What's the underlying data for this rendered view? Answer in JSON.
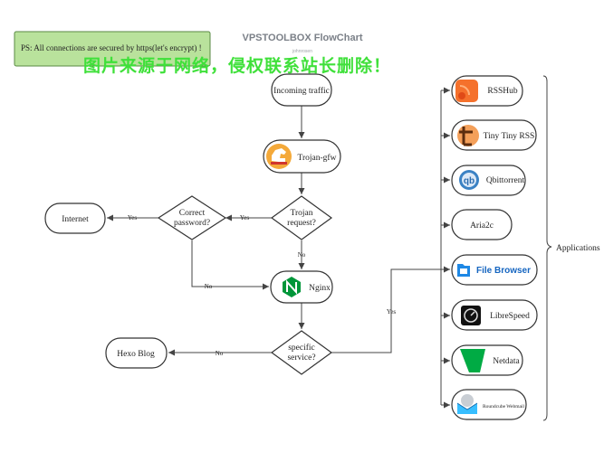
{
  "header": {
    "title": "VPSTOOLBOX FlowChart",
    "author": "johnrosen"
  },
  "note": "PS: All connections are secured by https(let's encrypt) !",
  "watermark": "图片来源于网络，侵权联系站长删除！",
  "nodes": {
    "incoming": "Incoming traffic",
    "trojan_gfw": "Trojan-gfw",
    "trojan_request": [
      "Trojan",
      "request?"
    ],
    "correct_password": [
      "Correct",
      "password?"
    ],
    "internet": "Internet",
    "nginx": "Nginx",
    "specific_service": [
      "specific",
      "service?"
    ],
    "hexo_blog": "Hexo Blog"
  },
  "edge_labels": {
    "yes": "Yes",
    "no": "No"
  },
  "applications": {
    "label": "Applications",
    "items": [
      {
        "label": "RSSHub",
        "icon": "rsshub-icon"
      },
      {
        "label": "Tiny Tiny RSS",
        "icon": "tiny-tiny-rss-icon"
      },
      {
        "label": "Qbittorrent",
        "icon": "qbittorrent-icon"
      },
      {
        "label": "Aria2c",
        "icon": ""
      },
      {
        "label": "File Browser",
        "icon": "file-browser-icon"
      },
      {
        "label": "LibreSpeed",
        "icon": "librespeed-icon"
      },
      {
        "label": "Netdata",
        "icon": "netdata-icon"
      },
      {
        "label": "Roundcube Webmail",
        "icon": "roundcube-icon"
      }
    ]
  },
  "colors": {
    "note_fill": "#b9e29c",
    "note_stroke": "#5a8a45",
    "watermark": "#3fe03a",
    "nginx_green": "#009639",
    "rsshub_orange": "#f5712c",
    "filebrowser_blue": "#1565c0",
    "netdata_green": "#00ab44"
  }
}
